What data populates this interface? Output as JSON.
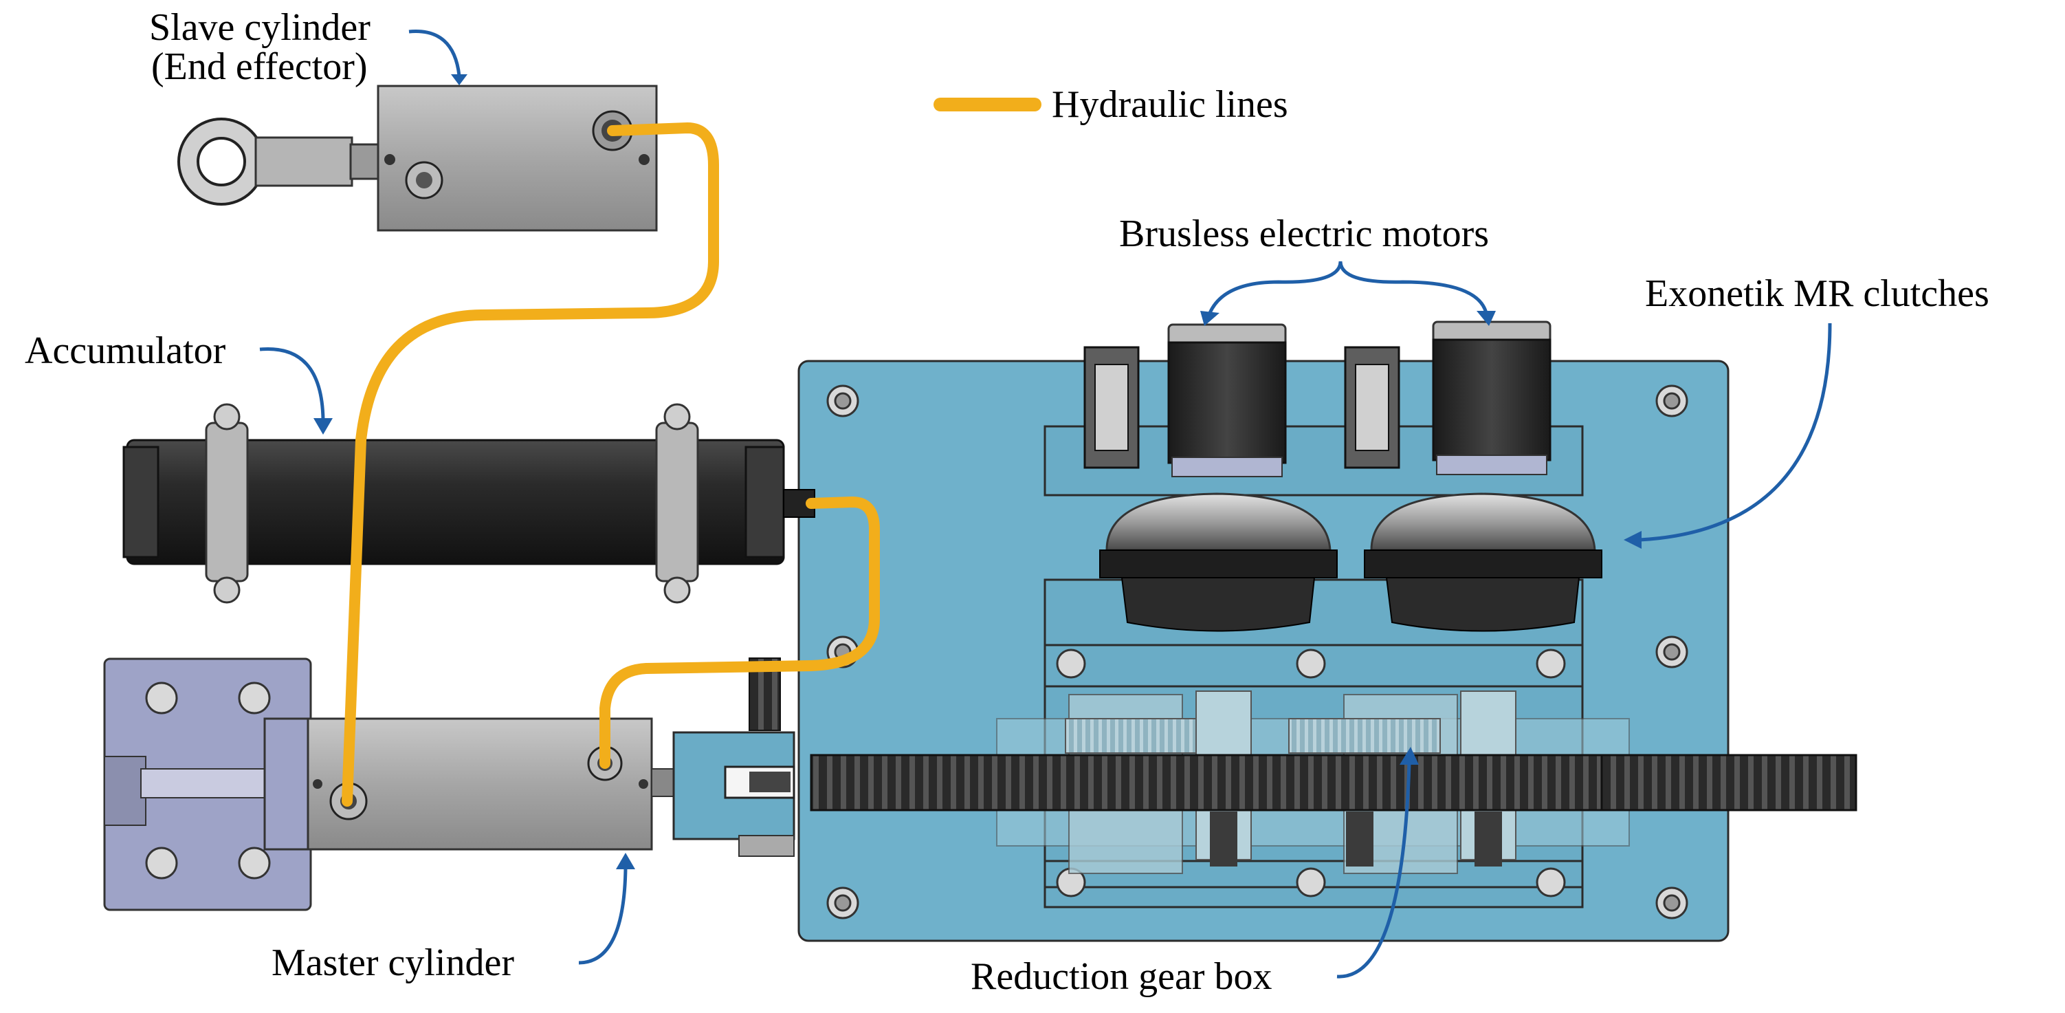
{
  "labels": {
    "slave_cylinder_1": "Slave cylinder",
    "slave_cylinder_2": "(End effector)",
    "hydraulic_lines": "Hydraulic lines",
    "brushless_motors": "Brusless electric motors",
    "mr_clutches": "Exonetik MR clutches",
    "accumulator": "Accumulator",
    "master_cylinder": "Master cylinder",
    "gear_box": "Reduction gear box"
  },
  "colors": {
    "hydraulic_line": "#f2ae1b",
    "annotation_arrow": "#1f5fa8",
    "base_plate": "#6fb1cb",
    "cylinder_body": "#a9a9a9",
    "mount_block": "#9ea3c7",
    "motor": "#2c2c2c",
    "accumulator": "#333333",
    "rack": "#2a2a2a"
  }
}
